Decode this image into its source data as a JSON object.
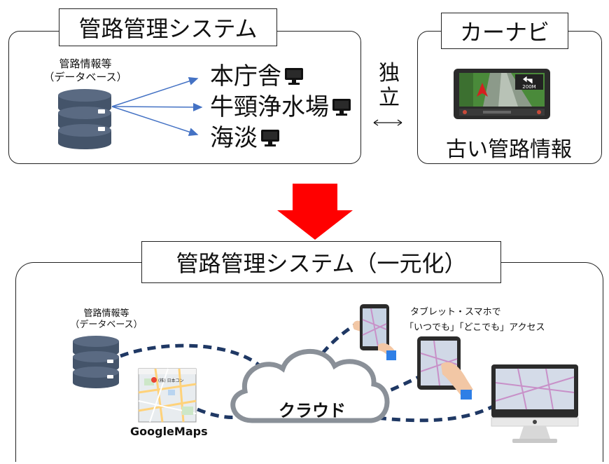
{
  "top_system": {
    "title": "管路管理システム",
    "db_label_line1": "管路情報等",
    "db_label_line2": "（データベース）",
    "destinations": [
      {
        "label": "本庁舎"
      },
      {
        "label": "牛頸浄水場"
      },
      {
        "label": "海淡"
      }
    ]
  },
  "independent": {
    "line1": "独",
    "line2": "立"
  },
  "car_navi": {
    "title": "カーナビ",
    "caption": "古い管路情報",
    "screen_readout": "200M"
  },
  "bottom_system": {
    "title": "管路管理システム（一元化）",
    "db_label_line1": "管路情報等",
    "db_label_line2": "（データベース）",
    "map_caption": "GoogleMaps",
    "map_header": "(株) 日本コン",
    "cloud_label": "クラウド",
    "access_line1": "タブレット・スマホで",
    "access_line2": "「いつでも」「どこでも」アクセス"
  },
  "colors": {
    "db_cylinder": "#44546a",
    "arrow_blue": "#4472c4",
    "big_arrow": "#ff0000",
    "dashed_line": "#1f3864"
  }
}
